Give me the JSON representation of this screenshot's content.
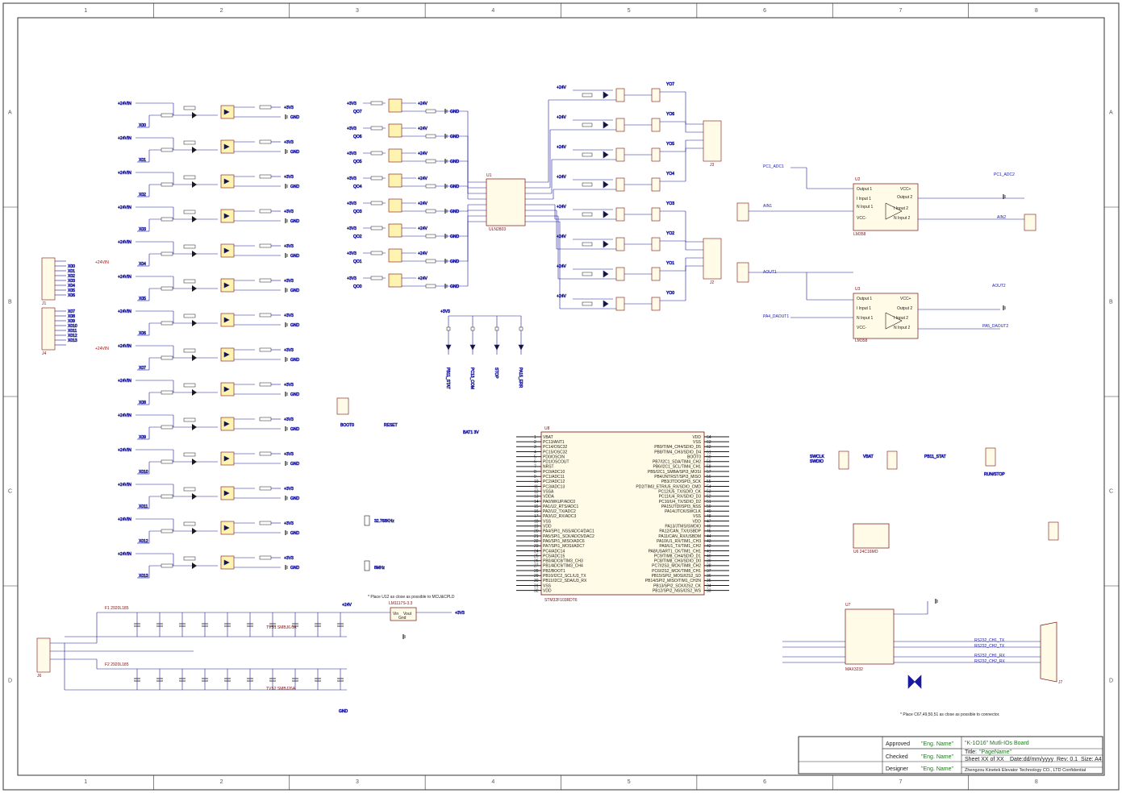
{
  "zones": {
    "columns": [
      "1",
      "2",
      "3",
      "4",
      "5",
      "6",
      "7",
      "8"
    ],
    "rows": [
      "A",
      "B",
      "C",
      "D"
    ]
  },
  "inputs": {
    "channels": [
      "X00",
      "X01",
      "X02",
      "X03",
      "X04",
      "X05",
      "X06",
      "X07",
      "X08",
      "X09",
      "X010",
      "X011",
      "X012",
      "X013"
    ],
    "supply": "+24VIN",
    "rail": "+3V3",
    "ground": "GND"
  },
  "outputs": {
    "channels": [
      "QO7",
      "QO6",
      "QO5",
      "QO4",
      "QO3",
      "QO2",
      "QO1",
      "QO0"
    ],
    "relay_labels": [
      "YO7",
      "YO6",
      "YO5",
      "YO4",
      "YO3",
      "YO2",
      "YO1",
      "YO0"
    ],
    "driver": "ULN2803",
    "driver_ref": "U1",
    "supply": "+24V"
  },
  "analog": {
    "top": {
      "ref": "U2",
      "part": "LM358",
      "in_net": "AIN1",
      "dac_net": "PC1_ADC1",
      "out_net": "AIN2",
      "adc2": "PC1_ADC2"
    },
    "bottom": {
      "ref": "U3",
      "part": "LM358",
      "in_net": "AOUT1",
      "dac_net": "PA4_DAOUT1",
      "out_net": "AOUT2",
      "dac2": "PA5_DAOUT2"
    },
    "pins": [
      "Output 1",
      "I Input 1",
      "N Input 1",
      "VCC-",
      "VCC+",
      "Output 2",
      "I Input 2",
      "N Input 2"
    ]
  },
  "mcu": {
    "ref": "U8",
    "part": "STM32F103RDT6",
    "left_pins": [
      "VBAT",
      "PC13/ANT1",
      "PC14/OSC32",
      "PC15/OSC32",
      "PD0/OSCIN",
      "PD1/OSCOUT",
      "NRST",
      "PC0/ADC10",
      "PC1/ADC11",
      "PC2/ADC12",
      "PC3/ADC13",
      "VSSA",
      "VDDA",
      "PA0/WKUP/ADC0",
      "PA1/U2_RTS/ADC1",
      "PA2/U2_TX/ADC2",
      "PA3/U2_RX/ADC3",
      "VSS",
      "VDD",
      "PA4/SPI1_NSS/ADC4/DAC1",
      "PA5/SPI1_SCK/ADC5/DAC2",
      "PA6/SPI1_MISO/ADC6",
      "PA7/SPI1_MOSI/ADC7",
      "PC4/ADC14",
      "PC5/ADC15",
      "PB0/ADC8/TIM3_CH3",
      "PB1/ADC9/TIM3_CH4",
      "PB2/BOOT1",
      "PB10/I2C2_SCL/U3_TX",
      "PB11/I2C2_SDA/U3_RX",
      "VSS",
      "VDD"
    ],
    "right_pins": [
      "VDD",
      "VSS",
      "PB9/TIM4_CH4/SDIO_D5",
      "PB8/TIM4_CH3/SDIO_D4",
      "BOOT0",
      "PB7/I2C1_SDA/TIM4_CH2",
      "PB6/I2C1_SCL/TIM4_CH1",
      "PB5/I2C1_SMBA/SPI3_MOSI",
      "PB4/JNTRST/SPI3_MISO",
      "PB3/JTDO/SPI3_SCK",
      "PD2/TIM3_ETR/U5_RX/SDIO_CMD",
      "PC12/U5_TX/SDIO_CK",
      "PC11/U4_RX/SDIO_D3",
      "PC10/U4_TX/SDIO_D2",
      "PA15/JTDI/SPI3_NSS",
      "PA14/JTCK/SWCLK",
      "VSS",
      "VDD",
      "PA13/JTMS/SWDIO",
      "PA12/CAN_TX/USBDP",
      "PA11/CAN_RX/USBDM",
      "PA10/U1_RX/TIM1_CH3",
      "PA9/U1_TX/TIM1_CH2",
      "PA8/USART1_CK/TIM1_CH1",
      "PC9/TIM8_CH4/SDIO_D1",
      "PC8/TIM8_CH3/SDIO_D0",
      "PC7/I2S3_MCK/TIM8_CH2",
      "PC6/I2S2_MCK/TIM8_CH1",
      "PB15/SPI2_MOSI/I2S2_SD",
      "PB14/SPI2_MISO/TIM1_CH2N",
      "PB13/SPI2_SCK/I2S2_CK",
      "PB12/SPI2_NSS/I2S2_WS"
    ]
  },
  "power": {
    "regulator": "LM1117S-3.3",
    "reg_pins": [
      "Vin",
      "Vout",
      "Gnd"
    ],
    "tvs": [
      "TVS1 SMBJ6.0A",
      "TVS2 SMBJ26A"
    ],
    "fuses": [
      "F1 2920L185",
      "F2 2920L185"
    ],
    "note": "* Place U12 as close as possible to MCU&CPLD"
  },
  "comm": {
    "ref": "U7",
    "part": "MAX3232",
    "eeprom": "U6 24C16MO",
    "nets": [
      "RS232_CH1_TX",
      "RS232_CH2_TX",
      "RS232_CH1_RX",
      "RS232_CH2_RX"
    ],
    "connector": "J7",
    "note": "* Place C67,49,50,51 as close as possible to connector."
  },
  "misc": {
    "headers": [
      "SWCLK",
      "SWDIO",
      "VBAT",
      "PB11_STAT",
      "RUN/STOP",
      "BOOT0",
      "RESET"
    ],
    "leds": [
      "PB11_STAT",
      "PC13_COM",
      "STOP",
      "PA15_ERR"
    ],
    "battery": "BAT1 3V",
    "crystals": [
      "32.768KHz",
      "8MHz"
    ]
  },
  "title_block": {
    "approved_label": "Approved",
    "checked_label": "Checked",
    "designer_label": "Designer",
    "eng_name": "\"Eng. Name\"",
    "project": "\"K-1O16\" Mutli-IOs Board",
    "title_label": "Title:",
    "title_value": "\"PageName\"",
    "sheet": "Sheet XX of XX",
    "date": "Date:dd/mm/yyyy",
    "rev": "Rev: 0.1",
    "size": "Size: A4",
    "company": "Zhengzou Kinetek Elevator Technology CO., LTD Confidential"
  }
}
